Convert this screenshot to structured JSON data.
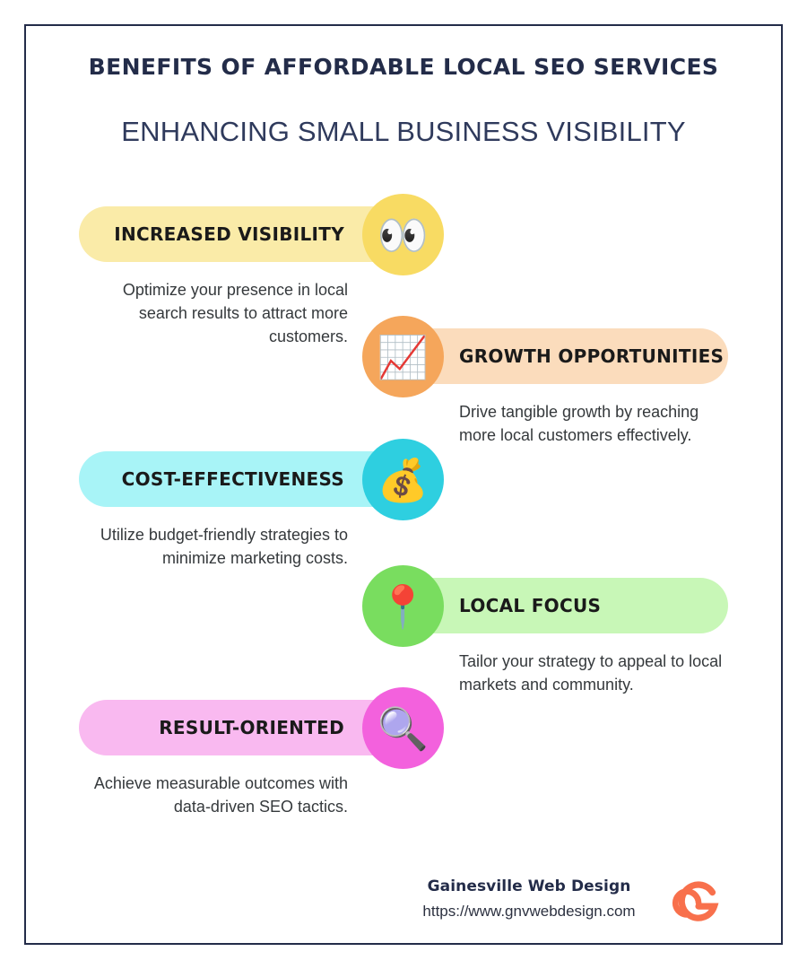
{
  "poster": {
    "border_color": "#232C49",
    "background": "#FFFFFF",
    "title": "BENEFITS OF AFFORDABLE LOCAL SEO SERVICES",
    "subtitle": "ENHANCING SMALL BUSINESS VISIBILITY"
  },
  "benefits": [
    {
      "label": "INCREASED VISIBILITY",
      "description": "Optimize your presence in local search results to attract more customers.",
      "icon": "eyes-icon",
      "icon_glyph": "👀",
      "circle_color": "#F8DB63",
      "pill_color": "#FAEBA8",
      "side": "left"
    },
    {
      "label": "GROWTH OPPORTUNITIES",
      "description": "Drive tangible growth by reaching more local customers effectively.",
      "icon": "chart-increasing-icon",
      "icon_glyph": "📈",
      "circle_color": "#F5A65B",
      "pill_color": "#FBDCBC",
      "side": "right"
    },
    {
      "label": "COST-EFFECTIVENESS",
      "description": "Utilize budget-friendly strategies to minimize marketing costs.",
      "icon": "money-bag-icon",
      "icon_glyph": "💰",
      "circle_color": "#2ECFE0",
      "pill_color": "#A8F4F7",
      "side": "left"
    },
    {
      "label": "LOCAL FOCUS",
      "description": "Tailor your strategy to appeal to local markets and community.",
      "icon": "round-pushpin-icon",
      "icon_glyph": "📍",
      "circle_color": "#79DD5F",
      "pill_color": "#C8F7B7",
      "side": "right"
    },
    {
      "label": "RESULT-ORIENTED",
      "description": "Achieve measurable outcomes with data-driven SEO tactics.",
      "icon": "magnifying-glass-icon",
      "icon_glyph": "🔍",
      "circle_color": "#F361DD",
      "pill_color": "#F9B9F0",
      "side": "left"
    }
  ],
  "footer": {
    "brand": "Gainesville Web Design",
    "url": "https://www.gnvwebdesign.com",
    "logo": "gnv-spiral-g-logo",
    "logo_color": "#F8704C"
  }
}
